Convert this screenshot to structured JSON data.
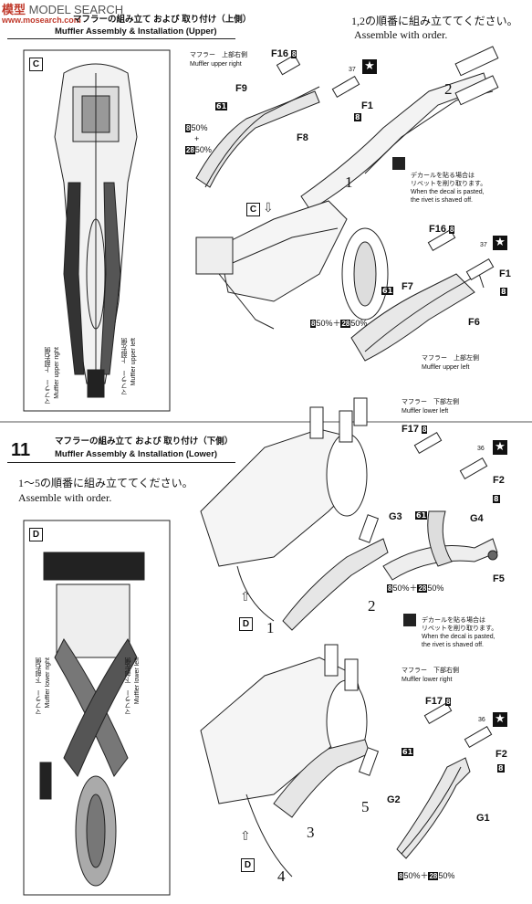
{
  "watermark": {
    "main": "模型",
    "site": "MODEL SEARCH",
    "url": "www.mosearch.com"
  },
  "upper": {
    "title_jp": "マフラーの組み立て および 取り付け（上側）",
    "title_en": "Muffler Assembly & Installation (Upper)",
    "order_jp": "1,2の順番に組み立ててください。",
    "order_en": "Assemble with order.",
    "view_label": "C",
    "muffler_right_jp": "マフラー　上部右側",
    "muffler_right_en": "Muffler upper right",
    "muffler_left_jp": "マフラー　上部左側",
    "muffler_left_en": "Muffler upper left",
    "parts": {
      "f16": "F16",
      "f9": "F9",
      "f8": "F8",
      "f1": "F1",
      "f7": "F7",
      "f6": "F6",
      "p61": "61",
      "p37": "37",
      "p8": "8",
      "p28": "28"
    },
    "paint_a": "50%",
    "paint_plus": "+",
    "paint_b": "50%",
    "paint_mix": "50%＋",
    "decal_jp_1": "デカールを貼る場合は",
    "decal_jp_2": "リベットを削り取ります。",
    "decal_en_1": "When the decal is pasted,",
    "decal_en_2": "the rivet is shaved off.",
    "num1": "1",
    "num2": "2",
    "side_jp": "マフラー　上部左側",
    "side_en": "Muffler upper left",
    "side_jp2": "マフラー　上部右側",
    "side_en2": "Muffler upper right"
  },
  "lower": {
    "step": "11",
    "title_jp": "マフラーの組み立て および 取り付け（下側）",
    "title_en": "Muffler Assembly & Installation (Lower)",
    "order_jp": "1～5の順番に組み立ててください。",
    "order_en": "Assemble with order.",
    "view_label": "D",
    "muffler_left_jp": "マフラー　下部左側",
    "muffler_left_en": "Muffler lower left",
    "muffler_right_jp": "マフラー　下部右側",
    "muffler_right_en": "Muffler lower right",
    "parts": {
      "f17": "F17",
      "f2": "F2",
      "g3": "G3",
      "g4": "G4",
      "f5": "F5",
      "g2": "G2",
      "g1": "G1",
      "p61": "61",
      "p36": "36",
      "p8": "8",
      "p28": "28"
    },
    "paint_mix": "50%＋",
    "paint_b": "50%",
    "decal_jp_1": "デカールを貼る場合は",
    "decal_jp_2": "リベットを削り取ります。",
    "decal_en_1": "When the decal is pasted,",
    "decal_en_2": "the rivet is shaved off.",
    "nums": [
      "1",
      "2",
      "3",
      "4",
      "5"
    ],
    "side_jp": "マフラー　下部右側",
    "side_en": "Muffler lower right",
    "side_jp2": "マフラー　下部左側",
    "side_en2": "Muffler lower left"
  }
}
